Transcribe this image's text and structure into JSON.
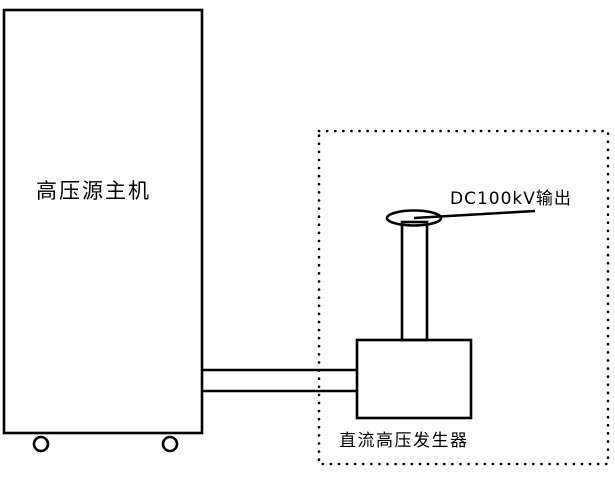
{
  "labels": {
    "main_unit": "高压源主机",
    "generator": "直流高压发生器",
    "output": "DC100kV输出"
  }
}
